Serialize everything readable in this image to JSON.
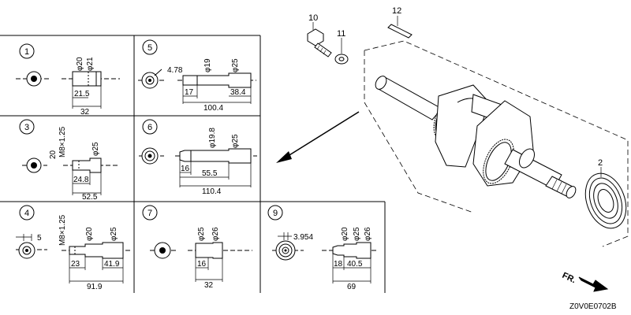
{
  "doc_code": "Z0V0E0702B",
  "front_label": "FR.",
  "parts": {
    "p10": "10",
    "p11": "11",
    "p12": "12",
    "p2": "2"
  },
  "variants": [
    {
      "id": "1",
      "dims": [
        "φ20",
        "φ21",
        "21.5",
        "32"
      ]
    },
    {
      "id": "5",
      "dims": [
        "4.78",
        "φ19",
        "φ25",
        "17",
        "38.4",
        "100.4"
      ]
    },
    {
      "id": "3",
      "dims": [
        "M8×1.25",
        "20",
        "φ25",
        "24.8",
        "52.5"
      ]
    },
    {
      "id": "6",
      "dims": [
        "φ19.8",
        "φ25",
        "16",
        "55.5",
        "110.4"
      ]
    },
    {
      "id": "4",
      "dims": [
        "M8×1.25",
        "5",
        "φ20",
        "φ25",
        "23",
        "41.9",
        "91.9"
      ]
    },
    {
      "id": "7",
      "dims": [
        "φ25",
        "φ26",
        "16",
        "32"
      ]
    },
    {
      "id": "9",
      "dims": [
        "3.954",
        "φ20",
        "φ25",
        "φ26",
        "18",
        "40.5",
        "69"
      ]
    }
  ]
}
